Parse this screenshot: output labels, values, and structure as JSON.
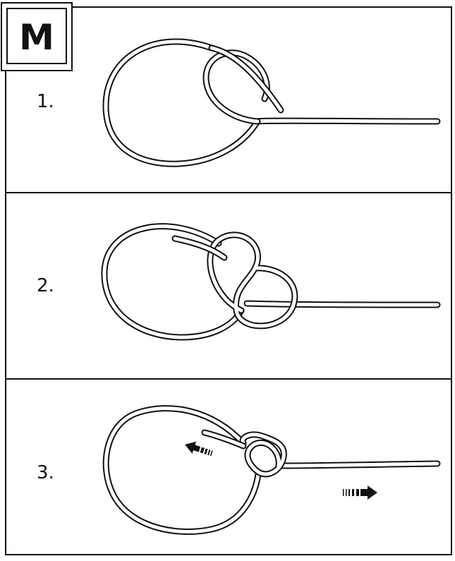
{
  "logo": {
    "letter": "M"
  },
  "steps": [
    {
      "number": "1."
    },
    {
      "number": "2."
    },
    {
      "number": "3."
    }
  ],
  "colors": {
    "ink": "#111111",
    "paper": "#ffffff"
  },
  "icons": [
    "left-pull-arrow-icon",
    "right-pull-arrow-icon"
  ]
}
